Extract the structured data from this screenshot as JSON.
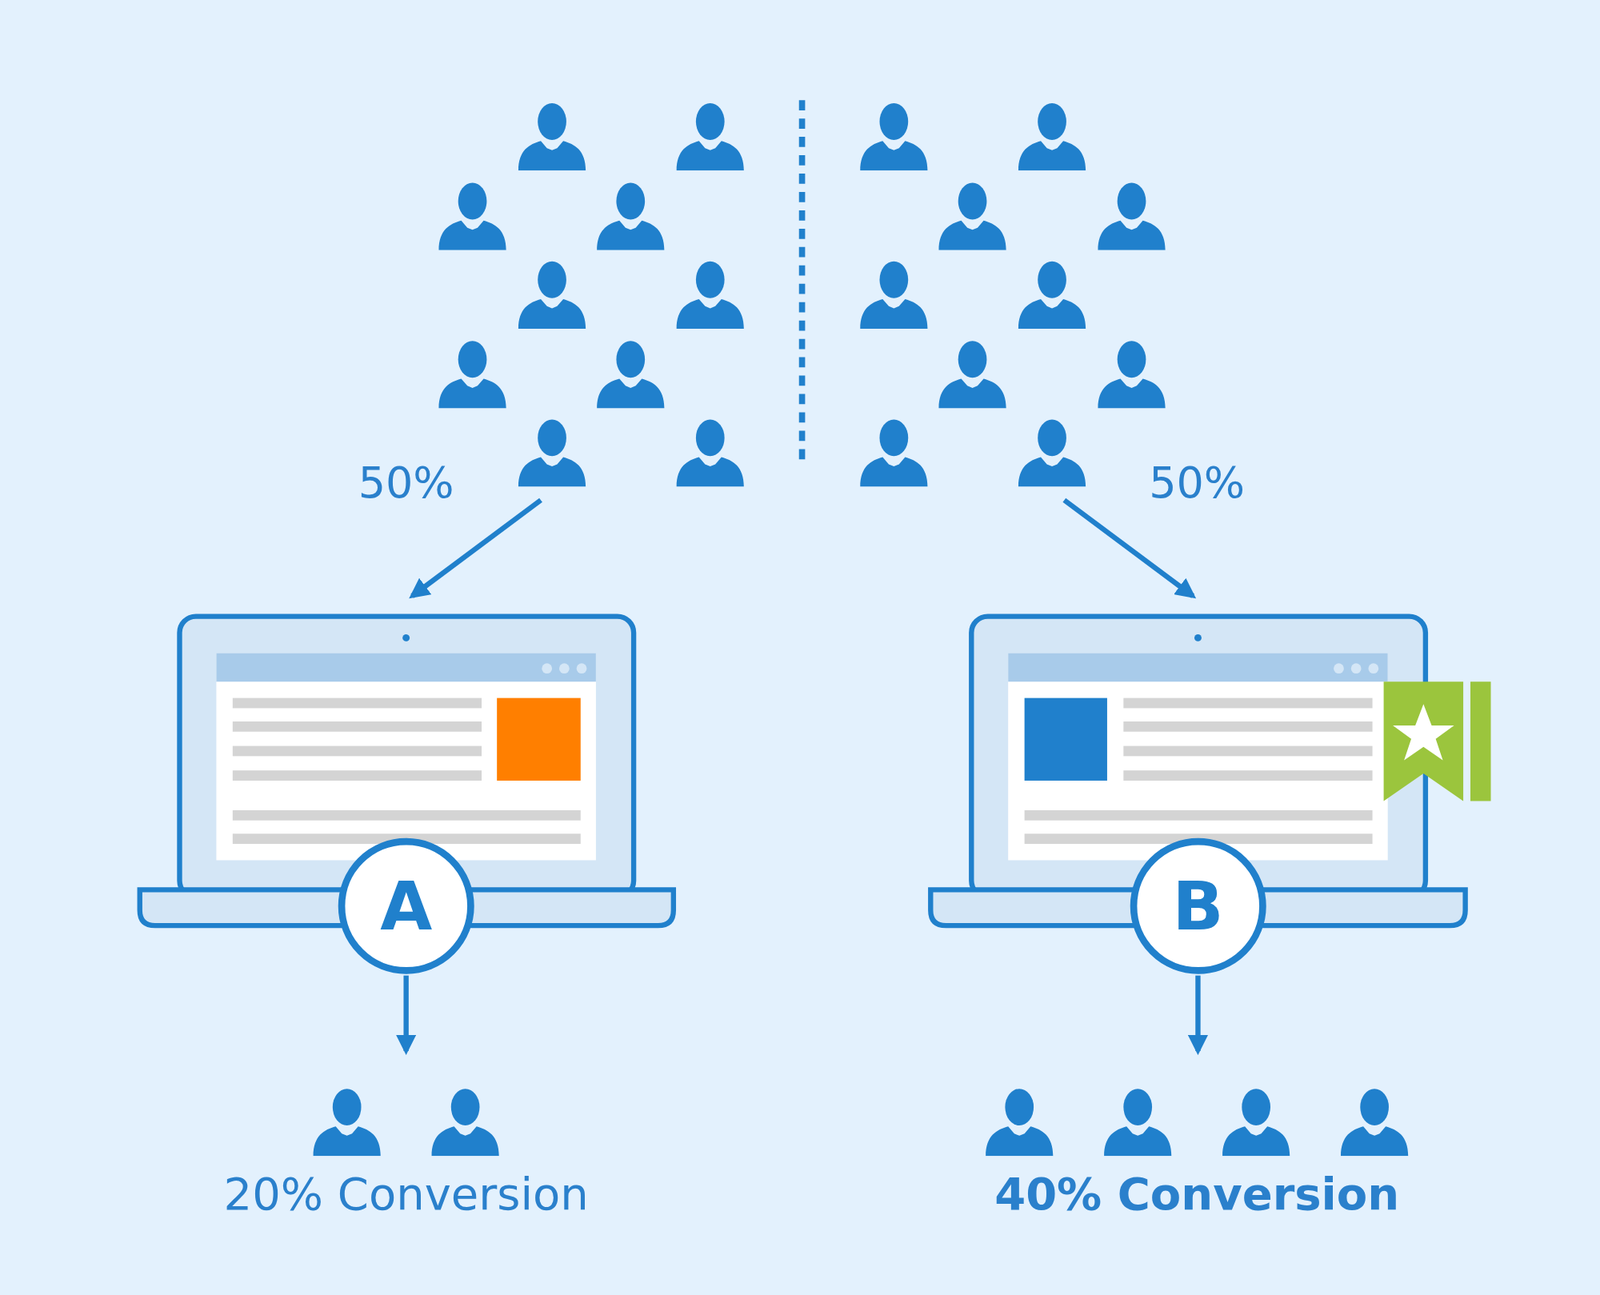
{
  "diagram": {
    "nodes": [
      {
        "text": [
          "A"
        ]
      },
      {
        "text": [
          "B"
        ]
      }
    ],
    "labels": [
      "50%",
      "50%",
      "20% Conversion",
      "40% Conversion"
    ]
  }
}
